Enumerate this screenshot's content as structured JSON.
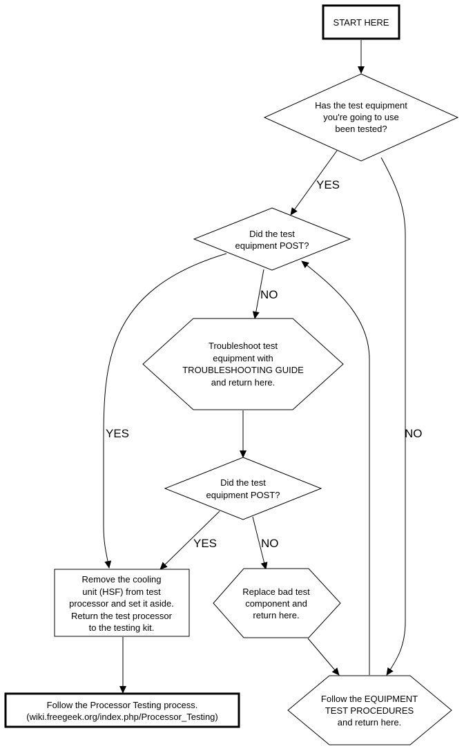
{
  "nodes": {
    "start": [
      "START HERE"
    ],
    "equipment_tested": [
      "Has the test equipment",
      "you're going to use",
      "been tested?"
    ],
    "post_check_1": [
      "Did the test",
      "equipment POST?"
    ],
    "troubleshoot": [
      "Troubleshoot test",
      "equipment with",
      "TROUBLESHOOTING GUIDE",
      "and return here."
    ],
    "post_check_2": [
      "Did the test",
      "equipment POST?"
    ],
    "remove_cooling": [
      "Remove the cooling",
      "unit (HSF) from test",
      "processor and set it aside.",
      "Return the test processor",
      "to the testing kit."
    ],
    "replace_component": [
      "Replace bad test",
      "component and",
      "return here."
    ],
    "processor_testing": [
      "Follow the Processor Testing process.",
      "(wiki.freegeek.org/index.php/Processor_Testing)"
    ],
    "equipment_procedures": [
      "Follow the EQUIPMENT",
      "TEST PROCEDURES",
      "and return here."
    ]
  },
  "edge_labels": {
    "tested_yes": "YES",
    "tested_no": "NO",
    "post1_no": "NO",
    "post1_yes": "YES",
    "post2_yes": "YES",
    "post2_no": "NO"
  }
}
